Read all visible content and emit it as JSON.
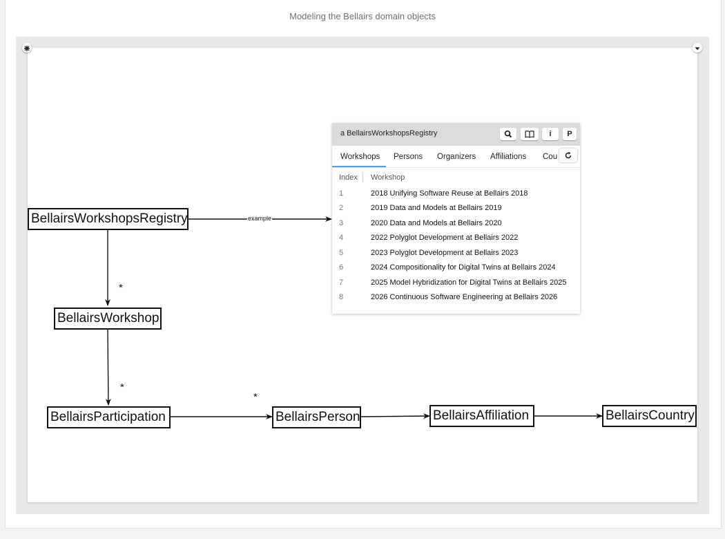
{
  "page": {
    "title": "Modeling the Bellairs domain objects"
  },
  "diagram": {
    "nodes": {
      "registry": "BellairsWorkshopsRegistry",
      "workshop": "BellairsWorkshop",
      "participation": "BellairsParticipation",
      "person": "BellairsPerson",
      "affiliation": "BellairsAffiliation",
      "country": "BellairsCountry"
    },
    "edges": {
      "example_label": "example",
      "many_1": "*",
      "many_2": "*",
      "many_3": "*"
    }
  },
  "inspector": {
    "title": "a BellairsWorkshopsRegistry",
    "buttons": {
      "search": "search-icon",
      "book": "book-icon",
      "info": "i",
      "p": "P"
    },
    "tabs": [
      "Workshops",
      "Persons",
      "Organizers",
      "Affiliations",
      "Cou"
    ],
    "active_tab": "Workshops",
    "columns": {
      "index": "Index",
      "workshop": "Workshop"
    },
    "rows": [
      {
        "index": "1",
        "workshop": "2018 Unifying Software Reuse at Bellairs 2018"
      },
      {
        "index": "2",
        "workshop": "2019 Data and Models at Bellairs 2019"
      },
      {
        "index": "3",
        "workshop": "2020 Data and Models at Bellairs 2020"
      },
      {
        "index": "4",
        "workshop": "2022 Polyglot Development at Bellairs 2022"
      },
      {
        "index": "5",
        "workshop": "2023 Polyglot Development at Bellairs 2023"
      },
      {
        "index": "6",
        "workshop": "2024 Compositionality for Digital Twins at Bellairs 2024"
      },
      {
        "index": "7",
        "workshop": "2025 Model Hybridization for Digital Twins at Bellairs 2025"
      },
      {
        "index": "8",
        "workshop": "2026 Continuous Software Engineering at Bellairs 2026"
      }
    ],
    "accent_color": "#4aa3e0"
  }
}
